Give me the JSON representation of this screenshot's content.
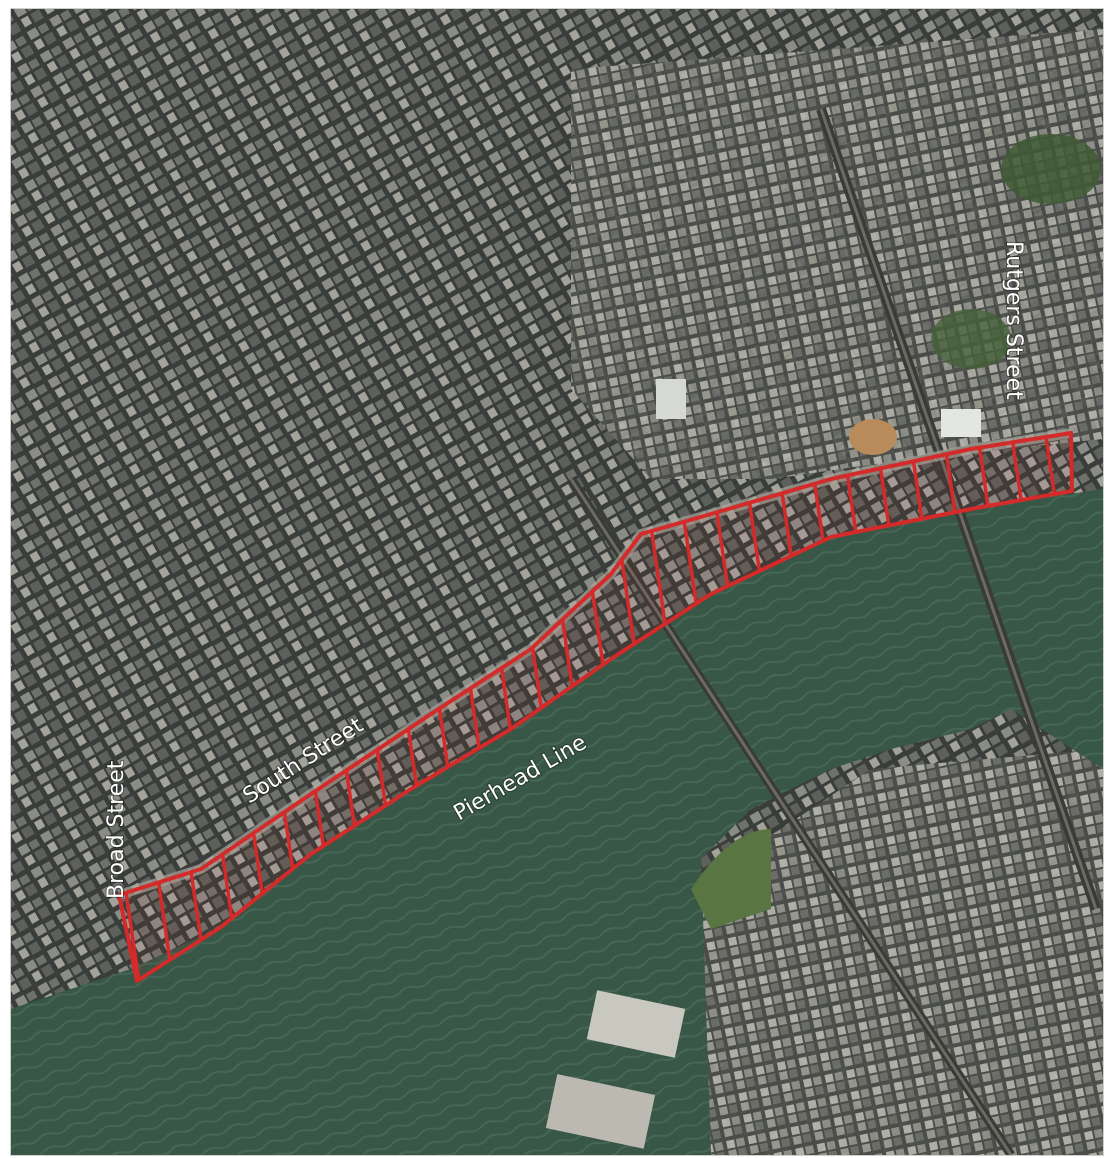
{
  "map": {
    "labels": {
      "broad_street": "Broad Street",
      "south_street": "South Street",
      "pierhead_line": "Pierhead Line",
      "rutgers_street": "Rutgers Street"
    },
    "colors": {
      "highlight": "#d42a2a",
      "water": "#3d5a4a",
      "city_dark": "#2e3230",
      "city_light": "#8d8d86"
    }
  }
}
